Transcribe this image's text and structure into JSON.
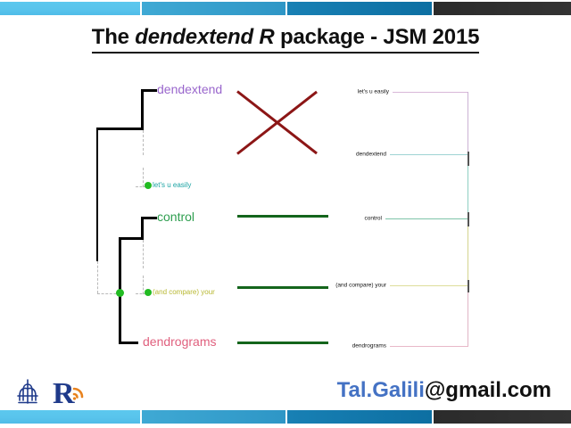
{
  "slide": {
    "title_parts": {
      "pre": "The ",
      "emphasis": "dendextend R",
      "post": " package - JSM 2015"
    },
    "title_full": "The dendextend R package - JSM 2015",
    "background_color": "#ffffff"
  },
  "decor": {
    "top_bar": {
      "name": "top-accent-bar",
      "segments": [
        {
          "name": "segment-light-blue",
          "color": "#59c4ec"
        },
        {
          "name": "segment-medium-blue",
          "color": "#2e96c6"
        },
        {
          "name": "segment-dark-blue",
          "color": "#0d6fa2"
        },
        {
          "name": "segment-charcoal",
          "color": "#2f2f2f"
        }
      ]
    },
    "bottom_bar": {
      "name": "bottom-accent-bar",
      "segments": [
        {
          "name": "segment-light-blue",
          "color": "#59c4ec"
        },
        {
          "name": "segment-medium-blue",
          "color": "#2e96c6"
        },
        {
          "name": "segment-dark-blue",
          "color": "#0d6fa2"
        },
        {
          "name": "segment-charcoal",
          "color": "#2f2f2f"
        }
      ]
    }
  },
  "figure": {
    "name": "tanglegram-figure",
    "left_dendrogram": {
      "name": "left-dendrogram",
      "branch_color": "#000000",
      "dashed_color": "#b9b9b9",
      "node_color": "#22bb22",
      "leaves": [
        {
          "label": "dendextend",
          "color": "#9966cc",
          "size": "large"
        },
        {
          "label": "let's u easily",
          "color": "#1aa3a3",
          "size": "small"
        },
        {
          "label": "control",
          "color": "#2e9e4f",
          "size": "large"
        },
        {
          "label": "(and compare) your",
          "color": "#b8b832",
          "size": "small"
        },
        {
          "label": "dendrograms",
          "color": "#e0607e",
          "size": "large"
        }
      ]
    },
    "connectors": {
      "name": "connector-band",
      "cross_color": "#8c1616",
      "line_color": "#14651c",
      "cross_label": "crossed-connector",
      "straight_label": "straight-connector",
      "straight_count": 3
    },
    "right_dendrogram": {
      "name": "right-dendrogram",
      "leaves": [
        {
          "label": "let's u easily",
          "color": "#d8b8d8"
        },
        {
          "label": "dendextend",
          "color": "#9fd4d4"
        },
        {
          "label": "control",
          "color": "#7fc4a8"
        },
        {
          "label": "(and compare) your",
          "color": "#dede9a"
        },
        {
          "label": "dendrograms",
          "color": "#e8b8c8"
        }
      ],
      "spine_color": "#555555"
    }
  },
  "footer": {
    "email": {
      "name": "contact-email",
      "user": "Tal.Galili",
      "domain": "@gmail.com",
      "user_color": "#4472c4",
      "domain_color": "#111111"
    },
    "logos": [
      {
        "name": "tel-aviv-university-logo",
        "alt": "university-emblem",
        "color": "#1f3a8a"
      },
      {
        "name": "r-bloggers-logo",
        "alt": "R-logo-with-rss-arc",
        "color": "#1f3a8a",
        "accent": "#e8821e"
      }
    ]
  }
}
